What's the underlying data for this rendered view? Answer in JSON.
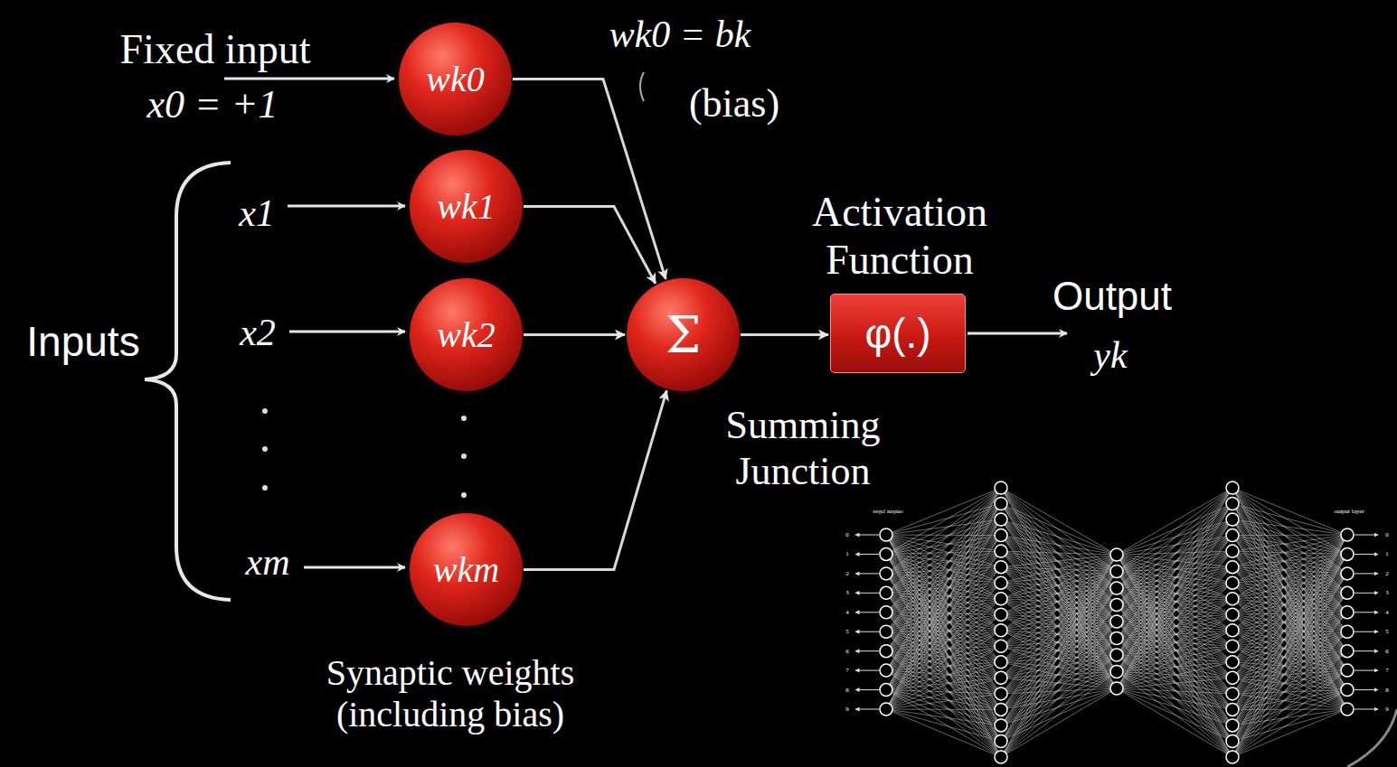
{
  "diagram": {
    "nodes": [
      {
        "text": [
          "wk0"
        ]
      },
      {
        "text": [
          "wk1"
        ]
      },
      {
        "text": [
          "wk2"
        ]
      },
      {
        "text": [
          "wkm"
        ]
      },
      {
        "text": [
          "Σ"
        ]
      },
      {
        "text": [
          "φ(.)"
        ]
      }
    ],
    "edges": [
      {
        "from": 0,
        "to": 4,
        "arrow": "to"
      },
      {
        "from": 1,
        "to": 4,
        "arrow": "to"
      },
      {
        "from": 2,
        "to": 4,
        "arrow": "to"
      },
      {
        "from": 3,
        "to": 4,
        "arrow": "to"
      },
      {
        "from": 4,
        "to": 5,
        "arrow": "to"
      }
    ],
    "labels": [
      "Fixed input",
      "x0 = +1",
      "wk0 = bk",
      "(bias)",
      "Inputs",
      "x1",
      "x2",
      "xm",
      "Synaptic weights (including bias)",
      "Activation Function",
      "Output",
      "yk",
      "Summing Junction",
      "output layer",
      "output layer",
      "0",
      "1",
      "2",
      "3",
      "4",
      "5",
      "6",
      "7",
      "8",
      "9",
      "0",
      "1",
      "2",
      "3",
      "4",
      "5",
      "6",
      "7",
      "8",
      "9"
    ]
  }
}
